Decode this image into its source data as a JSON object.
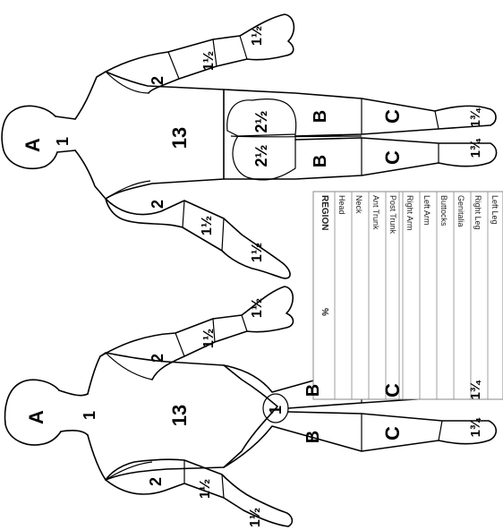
{
  "front_figure": {
    "head": "A",
    "neck": "1",
    "trunk": "13",
    "genitalia": "1",
    "left_upper_arm": "2",
    "right_upper_arm": "2",
    "left_forearm": "1½",
    "right_forearm": "1½",
    "left_hand": "1½",
    "right_hand": "1½",
    "left_thigh": "B",
    "right_thigh": "B",
    "left_leg": "C",
    "right_leg": "C",
    "left_foot": "1¾",
    "right_foot": "1¾"
  },
  "back_figure": {
    "head": "A",
    "neck": "1",
    "trunk": "13",
    "left_buttock": "2½",
    "right_buttock": "2½",
    "left_upper_arm": "2",
    "right_upper_arm": "2",
    "left_forearm": "1½",
    "right_forearm": "1½",
    "left_hand": "1½",
    "right_hand": "1½",
    "left_thigh": "B",
    "right_thigh": "B",
    "left_leg": "C",
    "right_leg": "C",
    "left_foot": "1¾",
    "right_foot": "1¾"
  },
  "table": {
    "header_region": "REGION",
    "header_percent": "%",
    "rows": [
      "Head",
      "Neck",
      "Ant Trunk",
      "Post Trunk",
      "Right Arm",
      "Left Arm",
      "Buttocks",
      "Genitalia",
      "Right Leg",
      "Left Leg"
    ]
  }
}
